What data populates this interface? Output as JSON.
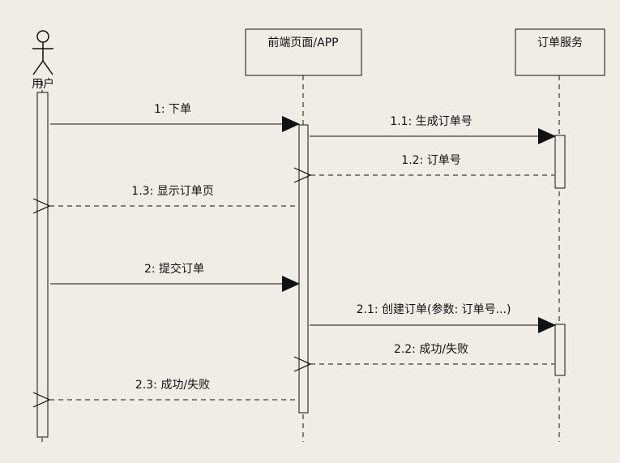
{
  "participants": {
    "user": {
      "label": "用户"
    },
    "frontend": {
      "label": "前端页面/APP"
    },
    "order_service": {
      "label": "订单服务"
    }
  },
  "messages": [
    {
      "id": "m1",
      "label": "1: 下单",
      "from": "user",
      "to": "frontend",
      "kind": "call"
    },
    {
      "id": "m11",
      "label": "1.1: 生成订单号",
      "from": "frontend",
      "to": "order_service",
      "kind": "call"
    },
    {
      "id": "m12",
      "label": "1.2: 订单号",
      "from": "order_service",
      "to": "frontend",
      "kind": "return"
    },
    {
      "id": "m13",
      "label": "1.3: 显示订单页",
      "from": "frontend",
      "to": "user",
      "kind": "return"
    },
    {
      "id": "m2",
      "label": "2: 提交订单",
      "from": "user",
      "to": "frontend",
      "kind": "call"
    },
    {
      "id": "m21",
      "label": "2.1: 创建订单(参数: 订单号...)",
      "from": "frontend",
      "to": "order_service",
      "kind": "call"
    },
    {
      "id": "m22",
      "label": "2.2: 成功/失败",
      "from": "order_service",
      "to": "frontend",
      "kind": "return"
    },
    {
      "id": "m23",
      "label": "2.3: 成功/失败",
      "from": "frontend",
      "to": "user",
      "kind": "return"
    }
  ],
  "colors": {
    "background": "#f0ede6",
    "line": "#111111",
    "box_fill": "#f0ede6"
  }
}
